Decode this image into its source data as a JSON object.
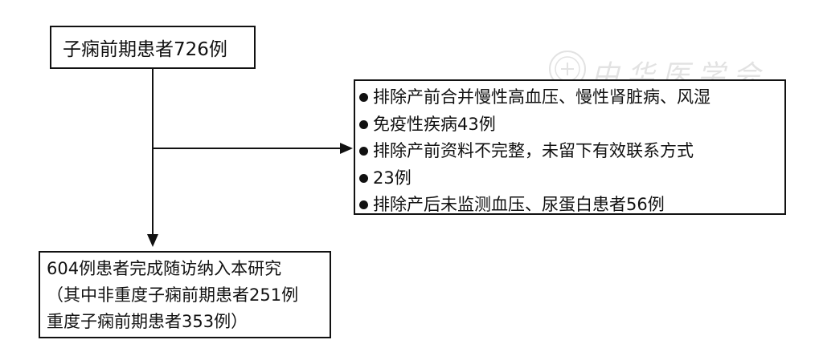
{
  "watermark": {
    "text": "中华医学会"
  },
  "top_box": {
    "text": "子痫前期患者726例"
  },
  "exclusion_box": {
    "lines": [
      {
        "bullet": true,
        "text": "排除产前合并慢性高血压、慢性肾脏病、风湿"
      },
      {
        "bullet": true,
        "text": "免疫性疾病43例"
      },
      {
        "bullet": true,
        "text": "排除产前资料不完整，未留下有效联系方式"
      },
      {
        "bullet": true,
        "text": "23例"
      },
      {
        "bullet": true,
        "text": "排除产后未监测血压、尿蛋白患者56例"
      }
    ]
  },
  "bottom_box": {
    "lines": [
      "604例患者完成随访纳入本研究",
      "（其中非重度子痫前期患者251例",
      "重度子痫前期患者353例）"
    ]
  },
  "colors": {
    "line": "#111111",
    "background": "#ffffff",
    "watermark": "#9a9a9a"
  }
}
